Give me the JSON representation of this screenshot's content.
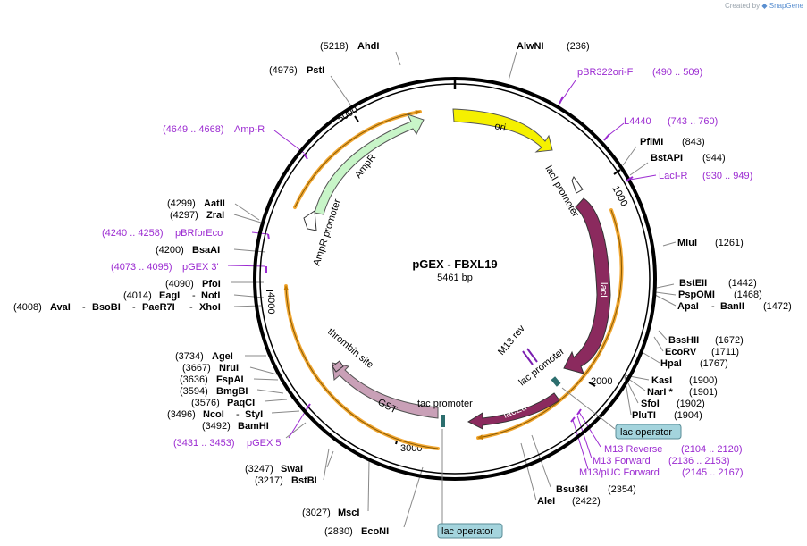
{
  "credit": {
    "prefix": "Created by",
    "brand": "SnapGene"
  },
  "plasmid": {
    "name": "pGEX - FBXL19",
    "length": "5461 bp"
  },
  "ticks": [
    "1000",
    "2000",
    "3000",
    "4000",
    "5000"
  ],
  "enzymes": {
    "ahdi": {
      "pos": "(5218)",
      "name": "AhdI"
    },
    "alwni": {
      "name": "AlwNI",
      "pos": "(236)"
    },
    "psti": {
      "pos": "(4976)",
      "name": "PstI"
    },
    "pflmi": {
      "name": "PflMI",
      "pos": "(843)"
    },
    "bstapi": {
      "name": "BstAPI",
      "pos": "(944)"
    },
    "mlui": {
      "name": "MluI",
      "pos": "(1261)"
    },
    "bsteii": {
      "name": "BstEII",
      "pos": "(1442)"
    },
    "pspomi": {
      "name": "PspOMI",
      "pos": "(1468)"
    },
    "apai": {
      "name": "ApaI",
      "sep": "-",
      "name2": "BanII",
      "pos": "(1472)"
    },
    "bsshii": {
      "name": "BssHII",
      "pos": "(1672)"
    },
    "ecorv": {
      "name": "EcoRV",
      "pos": "(1711)"
    },
    "hpai": {
      "name": "HpaI",
      "pos": "(1767)"
    },
    "kasi": {
      "name": "KasI",
      "pos": "(1900)"
    },
    "nari": {
      "name": "NarI *",
      "pos": "(1901)"
    },
    "sfoi": {
      "name": "SfoI",
      "pos": "(1902)"
    },
    "pluti": {
      "name": "PluTI",
      "pos": "(1904)"
    },
    "bsu36i": {
      "name": "Bsu36I",
      "pos": "(2354)"
    },
    "alei": {
      "name": "AleI",
      "pos": "(2422)"
    },
    "econi": {
      "pos": "(2830)",
      "name": "EcoNI"
    },
    "msci": {
      "pos": "(3027)",
      "name": "MscI"
    },
    "bstbi": {
      "pos": "(3217)",
      "name": "BstBI"
    },
    "swai": {
      "pos": "(3247)",
      "name": "SwaI"
    },
    "bamhi": {
      "pos": "(3492)",
      "name": "BamHI"
    },
    "ncoi": {
      "pos": "(3496)",
      "name": "NcoI",
      "sep": "-",
      "name2": "StyI"
    },
    "paqci": {
      "pos": "(3576)",
      "name": "PaqCI"
    },
    "bmgbi": {
      "pos": "(3594)",
      "name": "BmgBI"
    },
    "fspai": {
      "pos": "(3636)",
      "name": "FspAI"
    },
    "nrui": {
      "pos": "(3667)",
      "name": "NruI"
    },
    "agei": {
      "pos": "(3734)",
      "name": "AgeI"
    },
    "aval": {
      "pos": "(4008)",
      "name": "AvaI",
      "sep1": "-",
      "name2": "BsoBI",
      "sep2": "-",
      "name3": "PaeR7I",
      "sep3": "-",
      "name4": "XhoI"
    },
    "eagi": {
      "pos": "(4014)",
      "name": "EagI",
      "sep": "-",
      "name2": "NotI"
    },
    "pfoi": {
      "pos": "(4090)",
      "name": "PfoI"
    },
    "bsaai": {
      "pos": "(4200)",
      "name": "BsaAI"
    },
    "zrai": {
      "pos": "(4297)",
      "name": "ZraI"
    },
    "aatii": {
      "pos": "(4299)",
      "name": "AatII"
    }
  },
  "primers": {
    "pbr322ori": {
      "name": "pBR322ori-F",
      "range": "(490 .. 509)"
    },
    "l4440": {
      "name": "L4440",
      "range": "(743 .. 760)"
    },
    "lacir": {
      "name": "LacI-R",
      "range": "(930 .. 949)"
    },
    "m13rev": {
      "name": "M13 Reverse",
      "range": "(2104 .. 2120)"
    },
    "m13fwd": {
      "name": "M13 Forward",
      "range": "(2136 .. 2153)"
    },
    "m13puc": {
      "name": "M13/pUC Forward",
      "range": "(2145 .. 2167)"
    },
    "pgex5": {
      "range": "(3431 .. 3453)",
      "name": "pGEX 5'"
    },
    "pgex3": {
      "range": "(4073 .. 4095)",
      "name": "pGEX 3'"
    },
    "pbrforeco": {
      "range": "(4240 .. 4258)",
      "name": "pBRforEco"
    },
    "ampr": {
      "range": "(4649 .. 4668)",
      "name": "Amp-R"
    }
  },
  "features": {
    "ori": "ori",
    "laci": "lacI",
    "laci_promoter": "lacI promoter",
    "lacza": "lacZα",
    "lac_promoter": "lac promoter",
    "m13rev": "M13 rev",
    "gst": "GST",
    "tac_promoter": "tac promoter",
    "thrombin": "thrombin site",
    "ampr": "AmpR",
    "ampr_promoter": "AmpR promoter",
    "lac_operator_1": "lac operator",
    "lac_operator_2": "lac operator"
  },
  "colors": {
    "ori": "#f5f000",
    "laci": "#8b2a5e",
    "lacza": "#8b2a5e",
    "gst": "#c9a0b7",
    "ampr": "#c8f5c8",
    "orange_arc": "#f2a833",
    "primer": "#9b2ad1",
    "operator_box": "#a4d4dd"
  }
}
